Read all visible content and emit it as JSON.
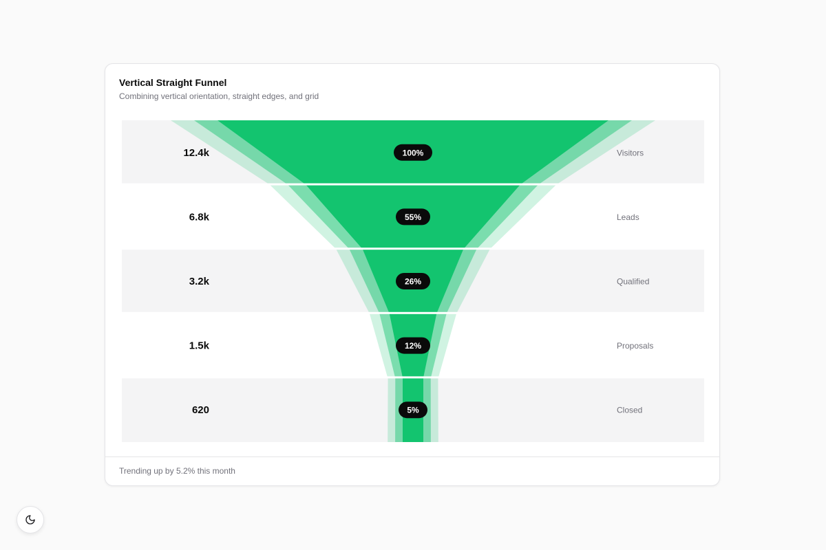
{
  "card": {
    "title": "Vertical Straight Funnel",
    "subtitle": "Combining vertical orientation, straight edges, and grid",
    "footer": "Trending up by 5.2% this month"
  },
  "chart_data": {
    "type": "funnel",
    "orientation": "vertical",
    "edges": "straight",
    "grid": true,
    "title": "Vertical Straight Funnel",
    "stages": [
      {
        "label": "Visitors",
        "value": 12400,
        "display_value": "12.4k",
        "percent": 100,
        "display_percent": "100%"
      },
      {
        "label": "Leads",
        "value": 6800,
        "display_value": "6.8k",
        "percent": 55,
        "display_percent": "55%"
      },
      {
        "label": "Qualified",
        "value": 3200,
        "display_value": "3.2k",
        "percent": 26,
        "display_percent": "26%"
      },
      {
        "label": "Proposals",
        "value": 1500,
        "display_value": "1.5k",
        "percent": 12,
        "display_percent": "12%"
      },
      {
        "label": "Closed",
        "value": 620,
        "display_value": "620",
        "percent": 5,
        "display_percent": "5%"
      }
    ],
    "colors": {
      "fill": "#13c46f",
      "halo": "#13c46f",
      "badge": "#0a0a0a",
      "band_alt": "#f4f4f5"
    }
  },
  "controls": {
    "theme_toggle_icon": "moon-icon"
  }
}
